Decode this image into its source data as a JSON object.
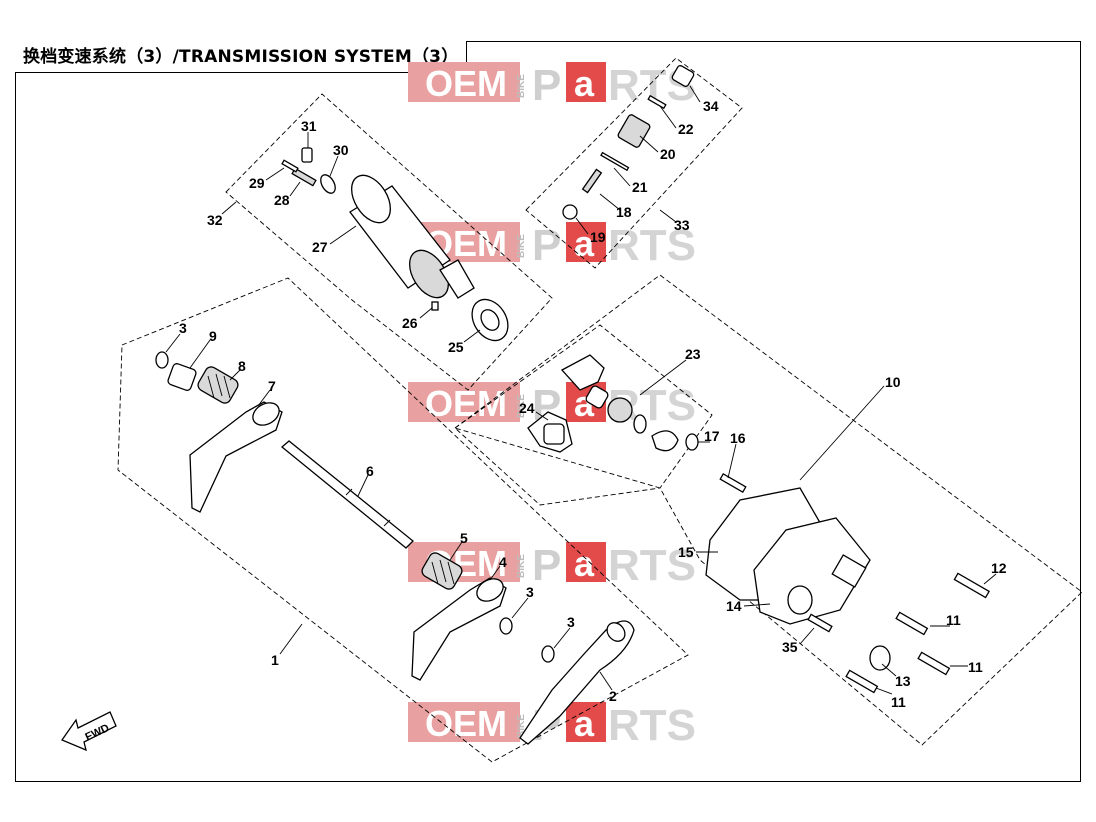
{
  "title": "换档变速系统（3）/TRANSMISSION SYSTEM（3）",
  "watermark": {
    "oem": "OEM",
    "bike": "BIKE",
    "p": "P",
    "a": "a",
    "rts": "RTS"
  },
  "fwd_label": "FWD",
  "colors": {
    "watermark_red": "#e8a0a0",
    "watermark_red_strong": "#e34b4b",
    "watermark_gray": "#cfcfcf"
  },
  "callouts": [
    "1",
    "2",
    "3",
    "3",
    "3",
    "4",
    "5",
    "6",
    "7",
    "8",
    "9",
    "10",
    "11",
    "11",
    "11",
    "12",
    "13",
    "14",
    "15",
    "16",
    "17",
    "18",
    "19",
    "20",
    "21",
    "22",
    "23",
    "24",
    "25",
    "26",
    "27",
    "28",
    "29",
    "30",
    "31",
    "32",
    "33",
    "34",
    "35"
  ]
}
